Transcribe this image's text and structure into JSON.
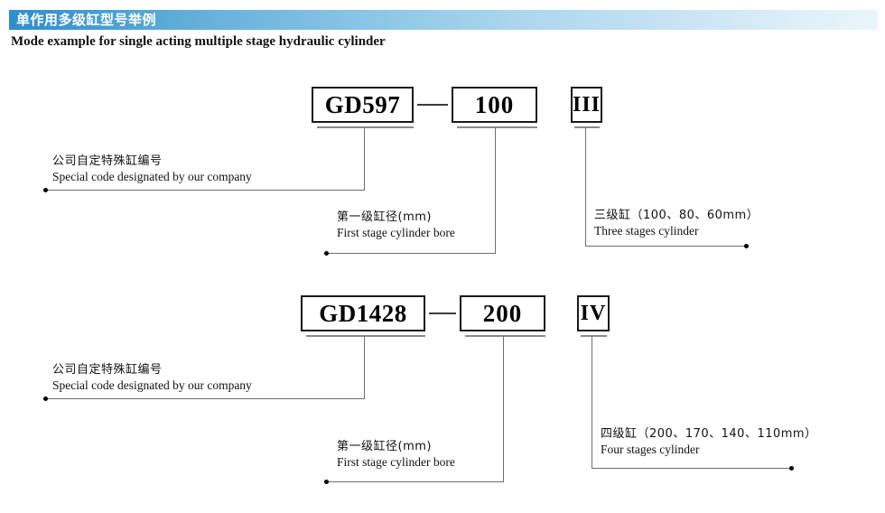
{
  "header": {
    "title_cn": "单作用多级缸型号举例",
    "subtitle_en": "Mode example for single acting multiple stage hydraulic cylinder",
    "banner_gradient_start": "#2f8ecb",
    "banner_gradient_end": "#eaf5fc",
    "title_color": "#ffffff"
  },
  "examples": [
    {
      "code_box": "GD597",
      "bore_box": "100",
      "stage_box": "III",
      "annotations": {
        "code": {
          "cn": "公司自定特殊缸编号",
          "en": "Special code designated by our company"
        },
        "bore": {
          "cn": "第一级缸径(mm)",
          "en": "First stage cylinder bore"
        },
        "stage": {
          "cn": "三级缸（100、80、60mm）",
          "en": "Three stages cylinder"
        }
      }
    },
    {
      "code_box": "GD1428",
      "bore_box": "200",
      "stage_box": "IV",
      "annotations": {
        "code": {
          "cn": "公司自定特殊缸编号",
          "en": "Special code designated by our company"
        },
        "bore": {
          "cn": "第一级缸径(mm)",
          "en": "First stage cylinder bore"
        },
        "stage": {
          "cn": "四级缸（200、170、140、110mm）",
          "en": "Four stages cylinder"
        }
      }
    }
  ]
}
